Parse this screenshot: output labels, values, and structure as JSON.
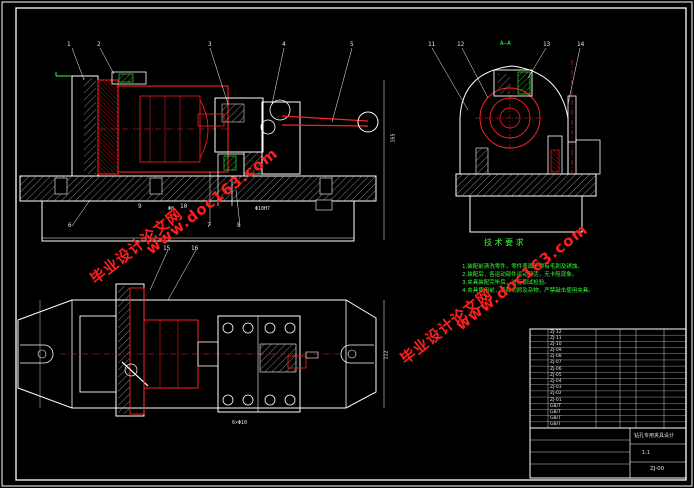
{
  "drawing": {
    "part_numbers": [
      "1",
      "2",
      "3",
      "4",
      "5",
      "6",
      "7",
      "8",
      "9",
      "10",
      "11",
      "12",
      "13",
      "14",
      "15",
      "16"
    ],
    "section_label": "A—A",
    "dimensions": [
      "165",
      "Φ10H7",
      "Φ8",
      "112",
      "6×Φ10"
    ],
    "tech_req_title": "技 术 要 求",
    "tech_req_lines": [
      "1.装配前清洗零件，零件表面不得有毛刺及锈蚀。",
      "2.装配后，各运动部件运动灵活，无卡阻现象。",
      "3.夹具装配完毕后，进行调试检验。",
      "4.夹具使用前，清除切屑及杂物，严禁敲击使用夹具。"
    ],
    "title_block": {
      "name": "钻孔专用夹具设计",
      "drawing_no": "ZJ-00",
      "scale": "1:1",
      "rows": [
        "ZJ-12",
        "ZJ-11",
        "ZJ-10",
        "ZJ-09",
        "ZJ-08",
        "ZJ-07",
        "ZJ-06",
        "ZJ-05",
        "ZJ-04",
        "ZJ-03",
        "ZJ-02",
        "ZJ-01",
        "GB/T",
        "GB/T",
        "GB/T",
        "GB/T"
      ]
    }
  },
  "watermarks": {
    "cn": "毕业设计论文网",
    "url": "www.doc163.com"
  },
  "colors": {
    "background": "#000000",
    "outline": "#ffffff",
    "part_red": "#ff2020",
    "section_green": "#37ff37",
    "hatch": "#c8c8c8",
    "leader_yellow": "#ffff40",
    "watermark": "#ff1e1e"
  }
}
